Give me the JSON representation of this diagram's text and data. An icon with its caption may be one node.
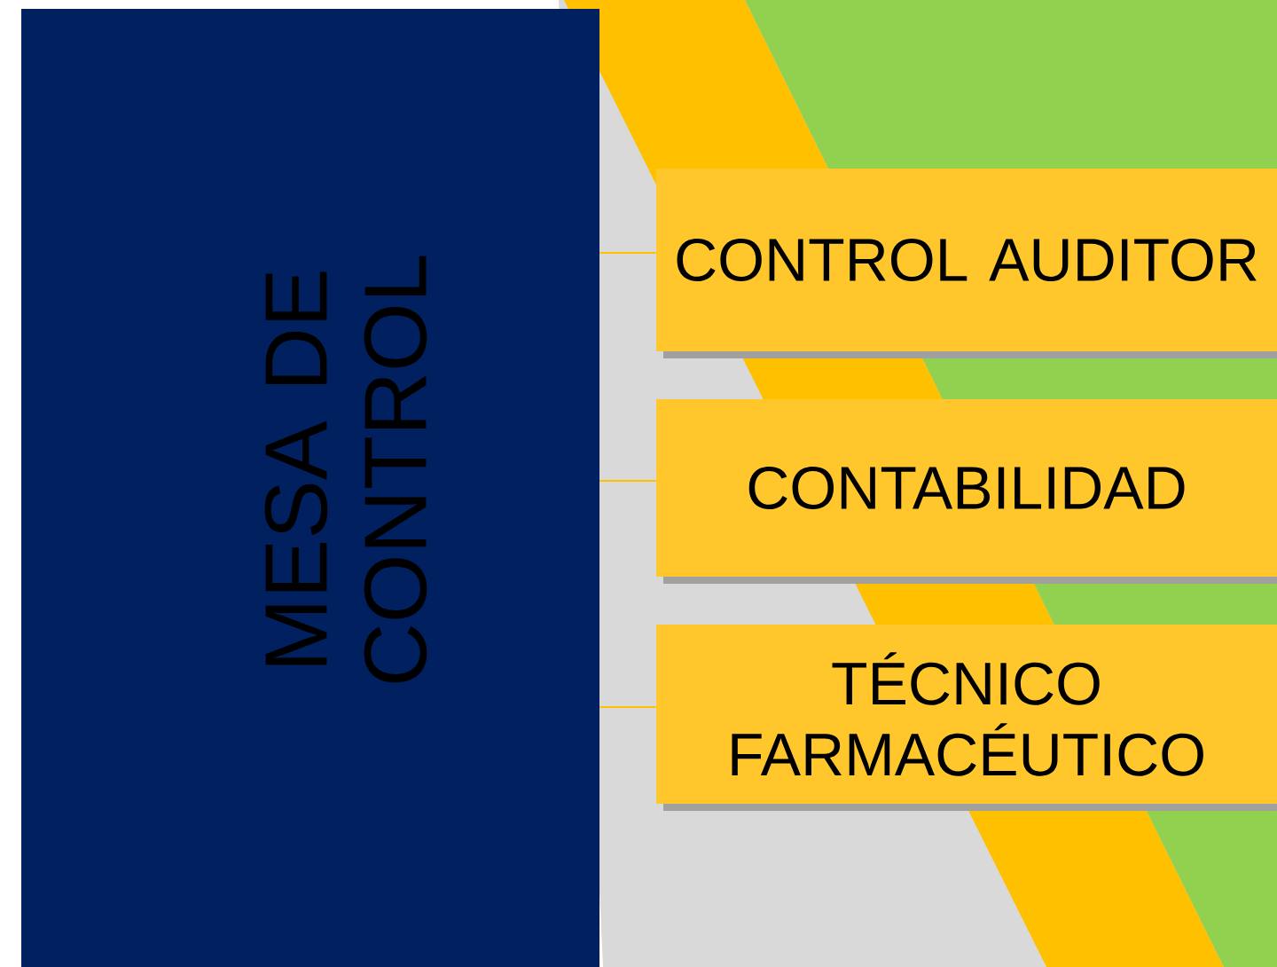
{
  "diagram": {
    "nodes": [
      {
        "text": [
          "MESA DE CONTROL"
        ]
      },
      {
        "text": [
          "CONTROL AUDITOR"
        ]
      },
      {
        "text": [
          "CONTABILIDAD"
        ]
      },
      {
        "text": [
          "TÉCNICO FARMACÉUTICO"
        ]
      }
    ],
    "edges": [
      {
        "from": 0,
        "to": 1,
        "arrow": "none"
      },
      {
        "from": 0,
        "to": 2,
        "arrow": "none"
      },
      {
        "from": 0,
        "to": 3,
        "arrow": "none"
      }
    ]
  }
}
